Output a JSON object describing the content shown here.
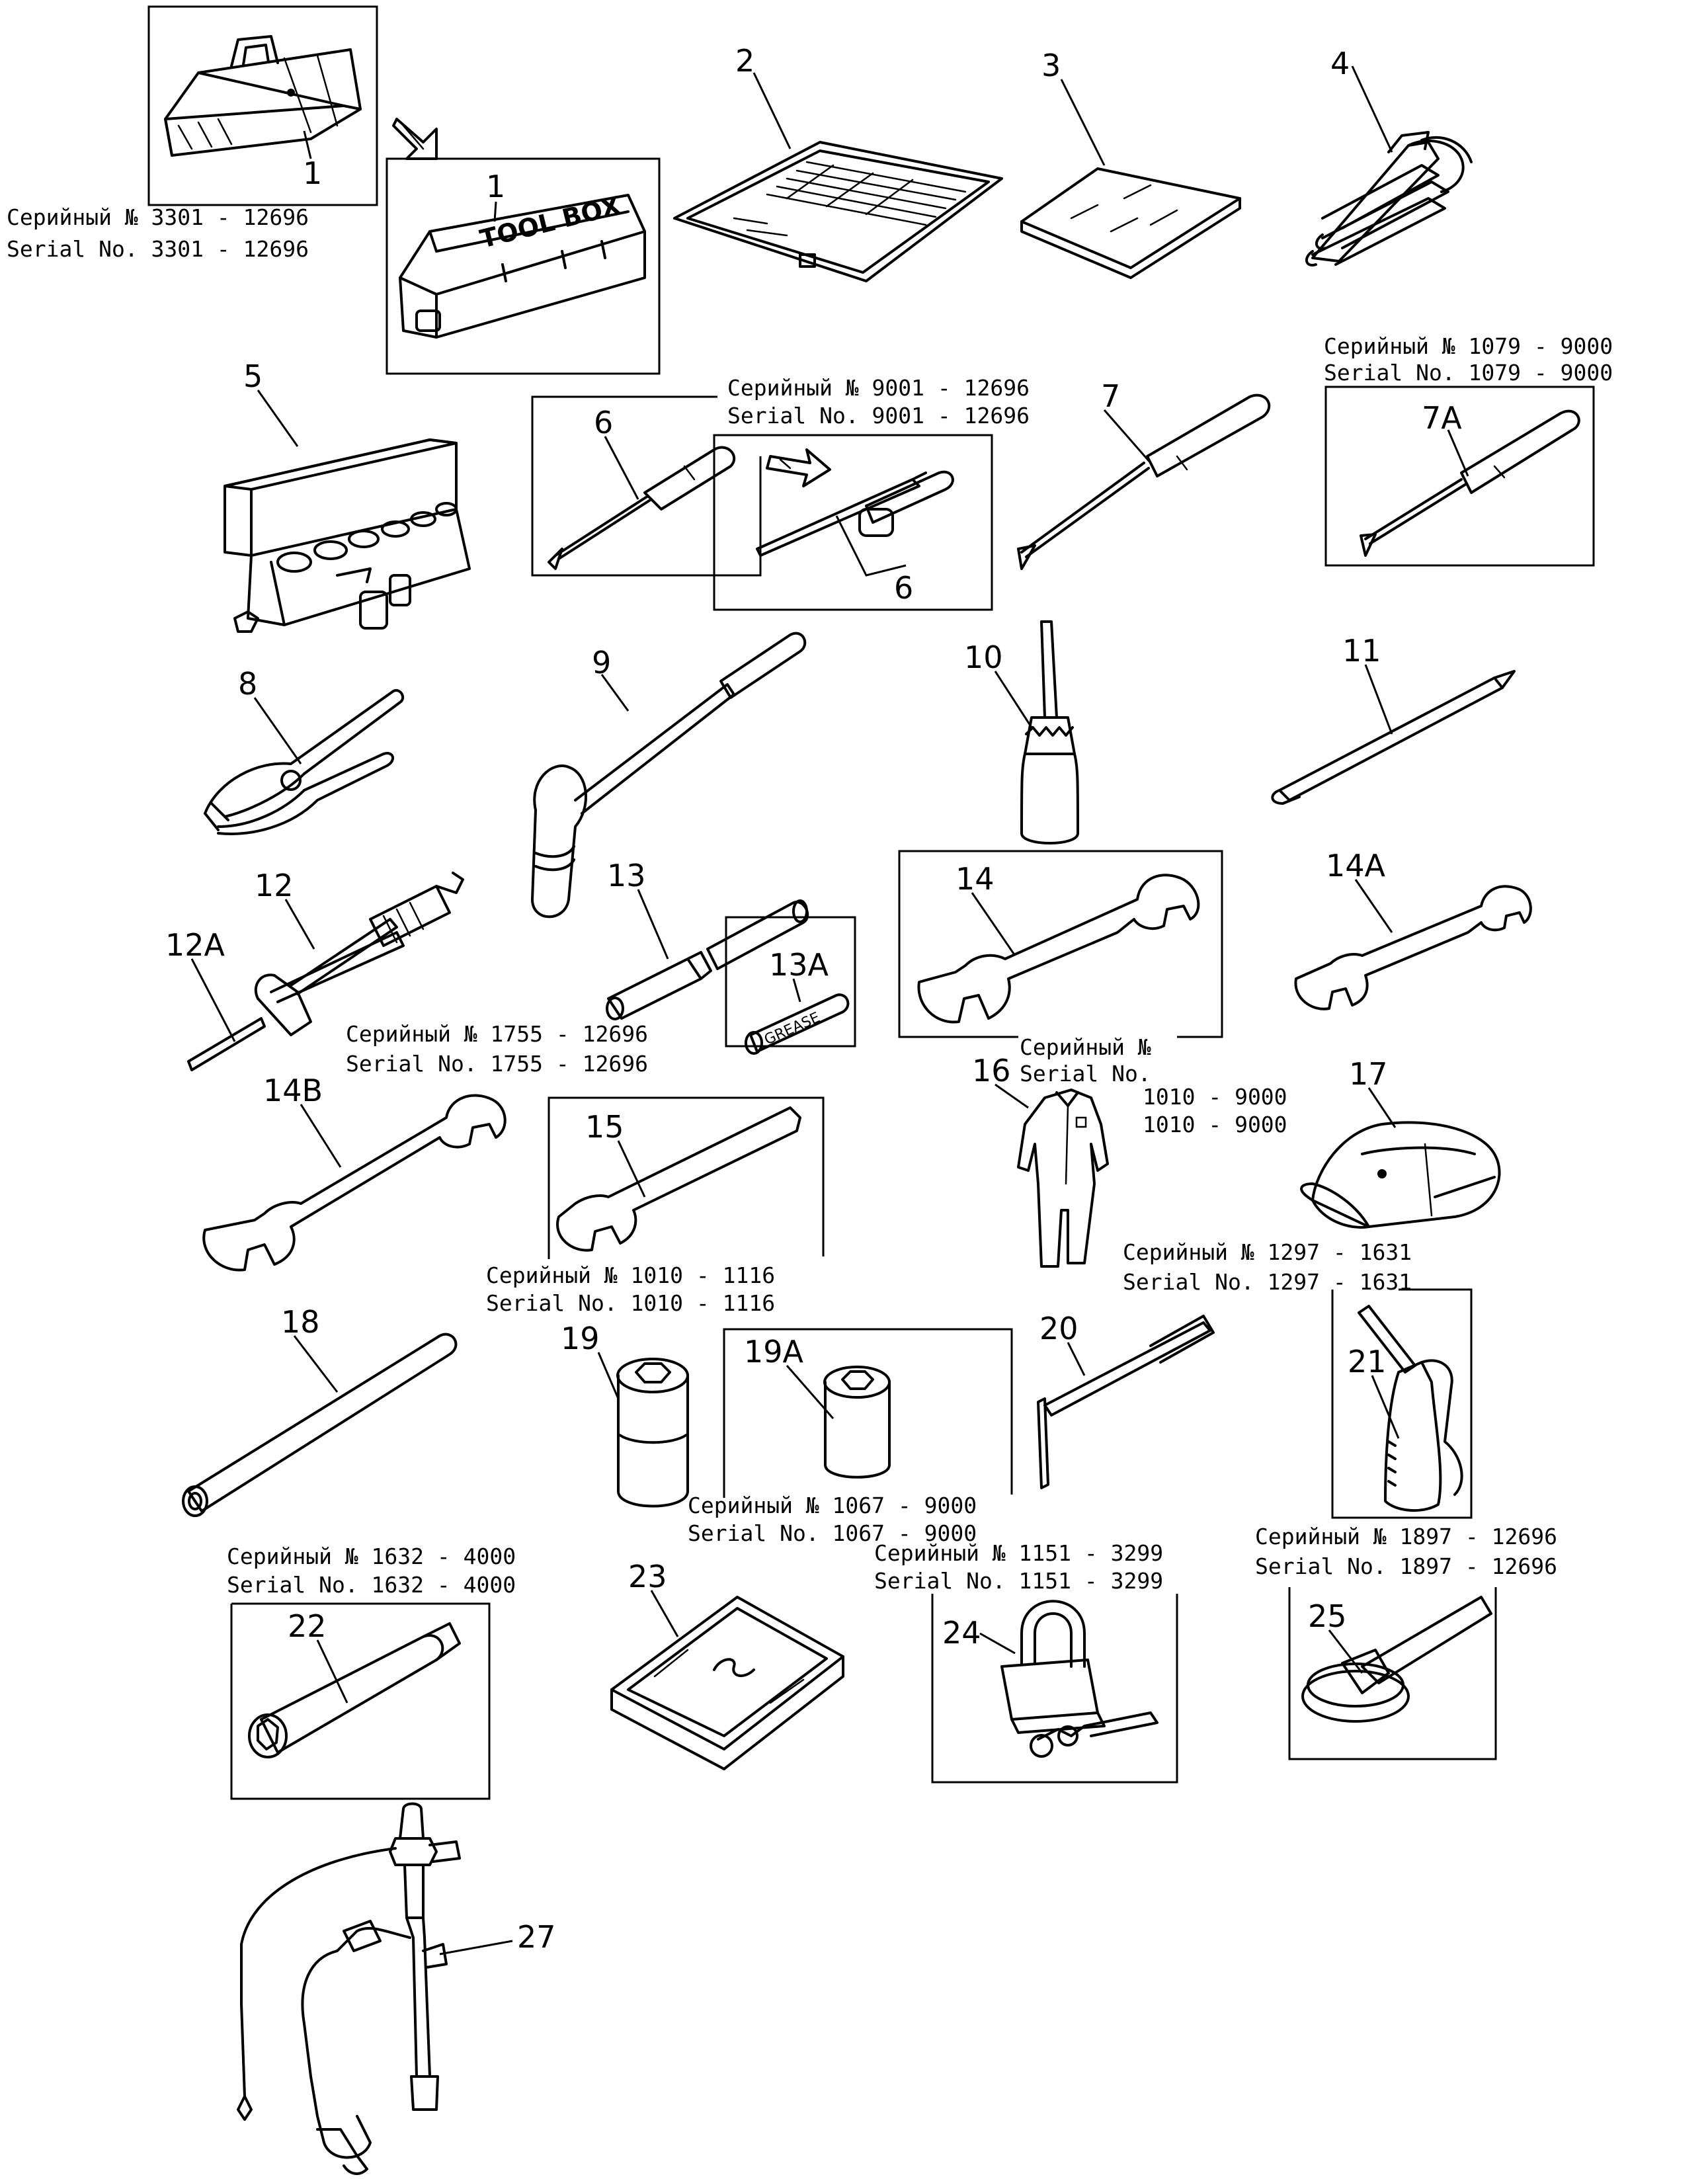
{
  "labels": {
    "p1": "1",
    "p1b": "1",
    "p2": "2",
    "p3": "3",
    "p4": "4",
    "p5": "5",
    "p6a": "6",
    "p6b": "6",
    "p7": "7",
    "p7a": "7A",
    "p8": "8",
    "p9": "9",
    "p10": "10",
    "p11": "11",
    "p12": "12",
    "p12a": "12A",
    "p13": "13",
    "p13a": "13A",
    "p14": "14",
    "p14a": "14A",
    "p14b": "14B",
    "p15": "15",
    "p16": "16",
    "p17": "17",
    "p18": "18",
    "p19": "19",
    "p19a": "19A",
    "p20": "20",
    "p21": "21",
    "p22": "22",
    "p23": "23",
    "p24": "24",
    "p25": "25",
    "p27": "27"
  },
  "serials": {
    "s1_ru": "Серийный № 3301 - 12696",
    "s1_en": "Serial No. 3301 - 12696",
    "s6_ru": "Серийный № 9001 - 12696",
    "s6_en": "Serial No. 9001 - 12696",
    "s7a_ru": "Серийный № 1079 - 9000",
    "s7a_en": "Serial No. 1079 - 9000",
    "s13_ru": "Серийный № 1755 - 12696",
    "s13_en": "Serial No. 1755 - 12696",
    "s14_ru": "Серийный №",
    "s14_en": "Serial No.",
    "s14_r1": "1010 - 9000",
    "s14_r2": "1010 - 9000",
    "s15_ru": "Серийный № 1010 - 1116",
    "s15_en": "Serial No. 1010 - 1116",
    "s21_ru": "Серийный № 1297 - 1631",
    "s21_en": "Serial No. 1297 - 1631",
    "s19a_ru": "Серийный № 1067 - 9000",
    "s19a_en": "Serial No. 1067 - 9000",
    "s22_ru": "Серийный № 1632 - 4000",
    "s22_en": "Serial No. 1632 - 4000",
    "s24_ru": "Серийный № 1151 - 3299",
    "s24_en": "Serial No. 1151 - 3299",
    "s25_ru": "Серийный № 1897 - 12696",
    "s25_en": "Serial No. 1897 - 12696"
  },
  "printed": {
    "toolbox_lid": "TOOL BOX",
    "grease_tube": "GREASE"
  },
  "icons": {
    "p1": "tool-bag-icon",
    "p1b": "tool-box-icon",
    "p2": "operation-manual-icon",
    "p3": "parts-book-icon",
    "p4": "wrench-set-icon",
    "p5": "socket-set-case-icon",
    "p6": "screwdriver-icon",
    "p8": "pliers-icon",
    "p9": "hammer-icon",
    "p10": "oil-can-icon",
    "p11": "pry-bar-icon",
    "p12": "grease-gun-icon",
    "p13": "grease-nipple-adapter-icon",
    "p14": "open-end-wrench-icon",
    "p15": "single-end-wrench-icon",
    "p16": "coveralls-icon",
    "p17": "cap-icon",
    "p18": "bar-icon",
    "p19": "socket-icon",
    "p20": "t-handle-wrench-icon",
    "p21": "oil-jug-icon",
    "p22": "extension-socket-icon",
    "p23": "fuse-box-icon",
    "p24": "padlock-icon",
    "p25": "filter-wrench-icon",
    "p27": "fuel-pump-icon"
  }
}
